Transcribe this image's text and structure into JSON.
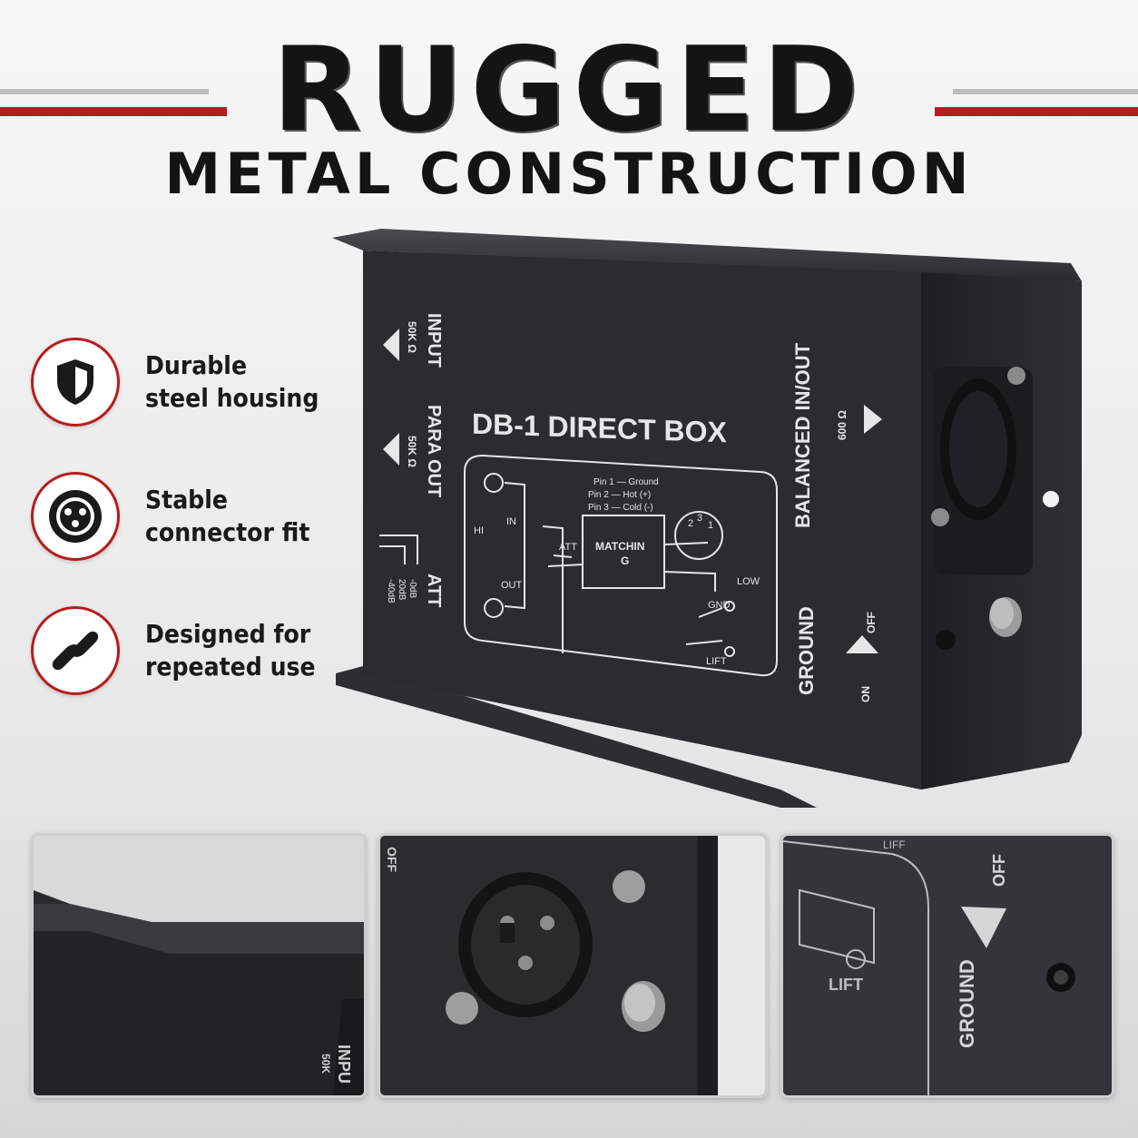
{
  "header": {
    "title": "RUGGED",
    "subtitle": "METAL CONSTRUCTION"
  },
  "features": [
    {
      "icon": "shield-icon",
      "line1": "Durable",
      "line2": "steel housing"
    },
    {
      "icon": "xlr-connector-icon",
      "line1": "Stable",
      "line2": "connector fit"
    },
    {
      "icon": "chain-link-icon",
      "line1": "Designed for",
      "line2": "repeated use"
    }
  ],
  "device": {
    "model": "DB-1  DIRECT BOX",
    "input_label": "INPUT",
    "input_impedance": "50K Ω",
    "para_label": "PARA OUT",
    "para_impedance": "50K Ω",
    "att_label": "ATT",
    "att_values": [
      "-0dB",
      "20dB",
      "-40dB"
    ],
    "balanced_label": "BALANCED IN/OUT",
    "balanced_impedance": "600 Ω",
    "ground_label": "GROUND",
    "ground_off": "OFF",
    "ground_on": "ON",
    "pin1": "Pin 1 — Ground",
    "pin2": "Pin 2 — Hot (+)",
    "pin3": "Pin 3 — Cold (-)",
    "hi": "HI",
    "in": "IN",
    "out": "OUT",
    "att": "ATT",
    "matching_1": "MATCHIN",
    "matching_2": "G",
    "low": "LOW",
    "gnd": "GND",
    "lift": "LIFT",
    "pin_numbers": [
      "2",
      "3",
      "1"
    ]
  },
  "panels": {
    "panel1_label": "INPU",
    "panel1_sub": "50K",
    "panel2_label": "OFF",
    "panel3_off": "OFF",
    "panel3_ground": "GROUND",
    "panel3_lift_top": "LIFF",
    "panel3_lift": "LIFT"
  },
  "colors": {
    "accent": "#b71c1c",
    "device_body": "#2b2c2f",
    "device_print": "#e6e6e6"
  }
}
